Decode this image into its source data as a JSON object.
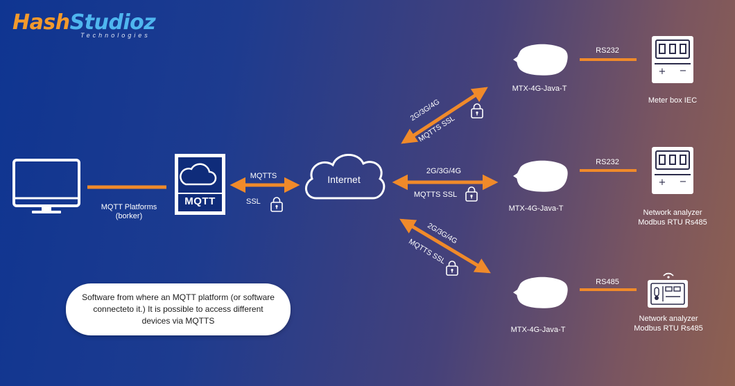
{
  "brand": {
    "part1": "Hash",
    "part2": "Studioz",
    "sub": "Technologies"
  },
  "computer": {
    "label_line1": "MQTT Platforms",
    "label_line2": "(borker)"
  },
  "mqtt_server": {
    "label": "MQTT"
  },
  "link_mqtt_internet": {
    "top": "MQTTS",
    "bottom": "SSL"
  },
  "internet": {
    "label": "Internet"
  },
  "links_to_devices": [
    {
      "net": "2G/3G/4G",
      "proto": "MQTTS SSL"
    },
    {
      "net": "2G/3G/4G",
      "proto": "MQTTS SSL"
    },
    {
      "net": "2G/3G/4G",
      "proto": "MQTTS SSL"
    }
  ],
  "devices": [
    {
      "name": "MTX-4G-Java-T",
      "bus": "RS232",
      "target_line1": "Meter box IEC",
      "target_line2": ""
    },
    {
      "name": "MTX-4G-Java-T",
      "bus": "RS232",
      "target_line1": "Network analyzer",
      "target_line2": "Modbus RTU Rs485"
    },
    {
      "name": "MTX-4G-Java-T",
      "bus": "RS485",
      "target_line1": "Network analyzer",
      "target_line2": "Modbus RTU Rs485"
    }
  ],
  "note": {
    "text": "Software from where an MQTT platform (or software connecteto it.) It is possible to access different devices via MQTTS"
  },
  "colors": {
    "link": "#f08a2a",
    "icon": "#ffffff"
  }
}
